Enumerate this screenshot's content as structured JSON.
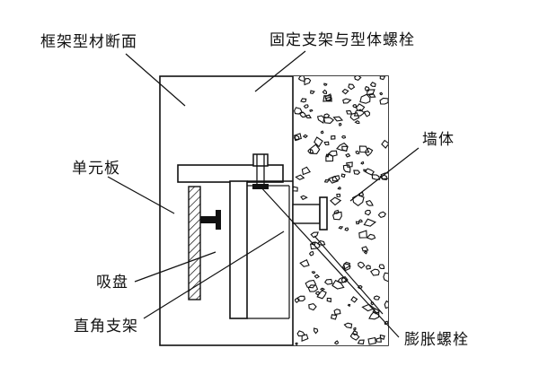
{
  "labels": {
    "frame_section": "框架型材断面",
    "bracket_bolt": "固定支架与型体螺栓",
    "wall": "墙体",
    "unit_panel": "单元板",
    "suction_cup": "吸盘",
    "right_angle_bracket": "直角支架",
    "expansion_bolt": "膨胀螺栓"
  },
  "colors": {
    "line": "#111111",
    "background": "#ffffff"
  }
}
